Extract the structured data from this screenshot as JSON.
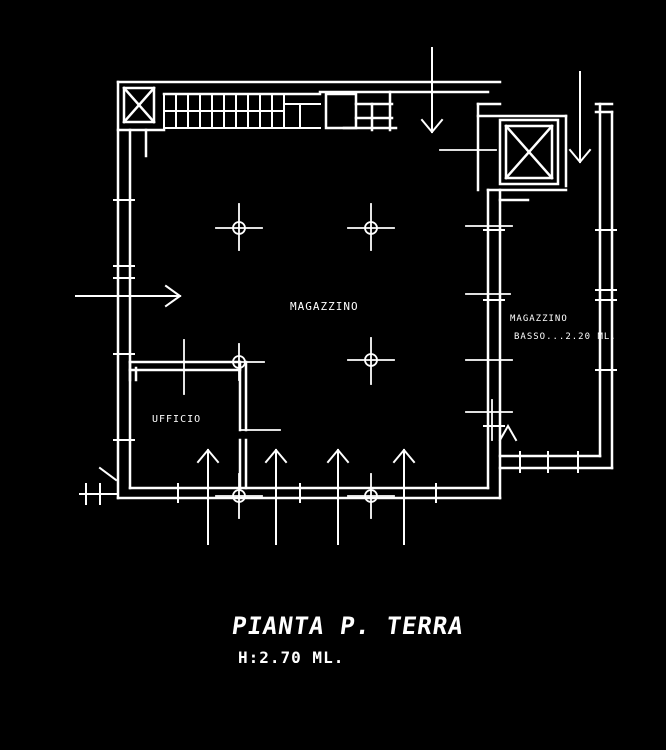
{
  "drawing": {
    "title": "PIANTA P. TERRA",
    "height_note": "H:2.70 ML.",
    "rooms": {
      "main": "MAGAZZINO",
      "office": "UFFICIO",
      "side_line1": "MAGAZZINO",
      "side_line2": "BASSO...2.20 ML."
    }
  },
  "colors": {
    "background": "#000000",
    "ink": "#ffffff"
  }
}
